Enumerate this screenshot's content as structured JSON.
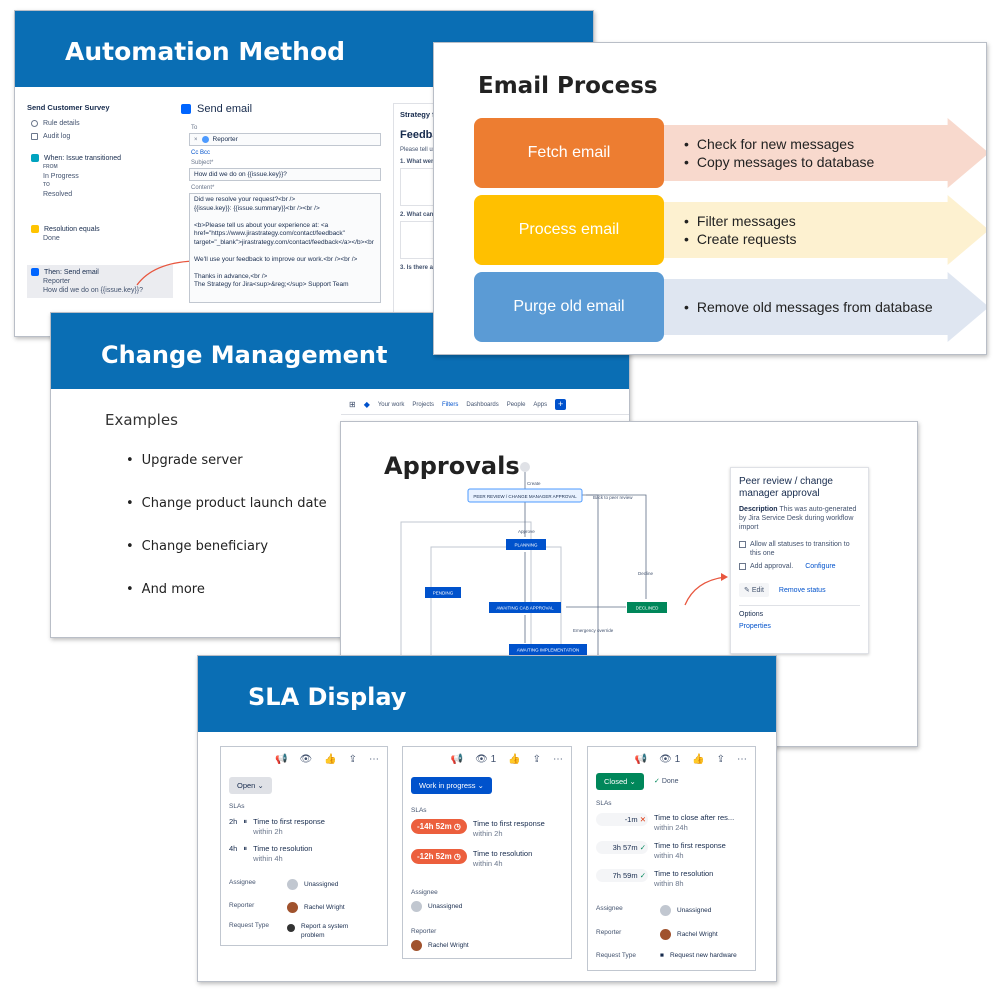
{
  "automation": {
    "title": "Automation Method",
    "rule_title": "Send Customer Survey",
    "nav": [
      "Rule details",
      "Audit log"
    ],
    "trigger": {
      "head": "When: Issue transitioned",
      "from_lbl": "FROM",
      "from": "In Progress",
      "to_lbl": "TO",
      "to": "Resolved"
    },
    "condition": {
      "head": "Resolution equals",
      "value": "Done"
    },
    "action": {
      "head": "Then: Send email",
      "line1": "Reporter",
      "line2": "How did we do on {{issue.key}}?"
    },
    "send_email": "Send email",
    "to_label": "To",
    "to_value": "Reporter",
    "ccbcc": "Cc Bcc",
    "subject_label": "Subject*",
    "subject_value": "How did we do on {{issue.key}}?",
    "content_label": "Content*",
    "content_value": "Did we resolve your request?<br />\n{{issue.key}}: {{issue.summary}}<br /><br />\n\n<b>Please tell us about your experience at: <a href=\"https://www.jirastrategy.com/contact/feedback\" target=\"_blank\">jirastrategy.com/contact/feedback</a></b><br\n\nWe'll use your feedback to improve our work.<br /><br />\n\nThanks in advance,<br />\nThe Strategy for Jira<sup>&reg;</sup> Support Team",
    "preview_title": "Strategy for",
    "preview_heading": "Feedback",
    "preview_text": "Please tell us abou improve our work.",
    "preview_q1": "1. What went well?",
    "preview_q2": "2. What can we im",
    "preview_q3": "3. Is there anythin"
  },
  "email_process": {
    "title": "Email Process",
    "rows": [
      {
        "label": "Fetch email",
        "color": "#ed7d31",
        "arrow": "#f8d9cd",
        "bullets": [
          "Check for new messages",
          "Copy messages to database"
        ]
      },
      {
        "label": "Process email",
        "color": "#ffc000",
        "arrow": "#fdf1d0",
        "bullets": [
          "Filter messages",
          "Create requests"
        ]
      },
      {
        "label": "Purge old email",
        "color": "#5b9bd5",
        "arrow": "#dfe6f1",
        "bullets": [
          "Remove old messages from database"
        ]
      }
    ]
  },
  "change_mgmt": {
    "title": "Change Management",
    "examples_label": "Examples",
    "items": [
      "Upgrade server",
      "Change product launch date",
      "Change beneficiary",
      "And more"
    ],
    "nav": [
      "Your work",
      "Projects",
      "Filters",
      "Dashboards",
      "People",
      "Apps"
    ]
  },
  "approvals": {
    "title": "Approvals",
    "nodes": {
      "peer": "PEER REVIEW / CHANGE MANAGER APPROVAL",
      "planning": "PLANNING",
      "pending": "PENDING",
      "cab": "AWAITING CAB APPROVAL",
      "declined": "DECLINED",
      "impl": "AWAITING IMPLEMENTATION"
    },
    "edges": {
      "create": "Create",
      "approve": "Approve",
      "back": "Back to peer review",
      "decline": "Decline",
      "emergency": "Emergency override"
    },
    "panel": {
      "title": "Peer review / change manager approval",
      "desc_label": "Description",
      "desc": "This was auto-generated by Jira Service Desk during workflow import",
      "allow": "Allow all statuses to transition to this one",
      "add_approval": "Add approval.",
      "configure": "Configure",
      "edit": "Edit",
      "remove": "Remove status",
      "options": "Options",
      "properties": "Properties"
    }
  },
  "sla": {
    "title": "SLA Display",
    "slas_label": "SLAs",
    "assignee_label": "Assignee",
    "reporter_label": "Reporter",
    "reqtype_label": "Request Type",
    "card1": {
      "status": "Open",
      "slas": [
        {
          "value": "2h",
          "name": "Time to first response",
          "goal": "within 2h"
        },
        {
          "value": "4h",
          "name": "Time to resolution",
          "goal": "within 4h"
        }
      ],
      "assignee": "Unassigned",
      "reporter": "Rachel Wright",
      "reqtype": "Report a system problem"
    },
    "card2": {
      "status": "Work in progress",
      "watch_count": "1",
      "slas": [
        {
          "value": "-14h 52m",
          "name": "Time to first response",
          "goal": "within 2h"
        },
        {
          "value": "-12h 52m",
          "name": "Time to resolution",
          "goal": "within 4h"
        }
      ],
      "assignee": "Unassigned",
      "reporter": "Rachel Wright"
    },
    "card3": {
      "status": "Closed",
      "done": "Done",
      "watch_count": "1",
      "slas": [
        {
          "value": "-1m",
          "name": "Time to close after res...",
          "goal": "within 24h"
        },
        {
          "value": "3h 57m",
          "name": "Time to first response",
          "goal": "within 4h"
        },
        {
          "value": "7h 59m",
          "name": "Time to resolution",
          "goal": "within 8h"
        }
      ],
      "assignee": "Unassigned",
      "reporter": "Rachel Wright",
      "reqtype": "Request new hardware"
    }
  }
}
